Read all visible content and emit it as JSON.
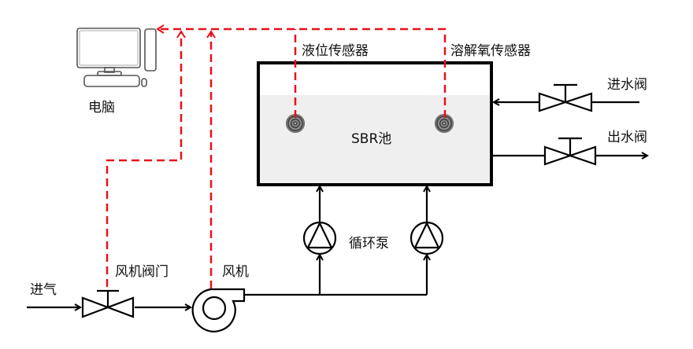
{
  "labels": {
    "computer": "电脑",
    "level_sensor": "液位传感器",
    "do_sensor": "溶解氧传感器",
    "tank": "SBR池",
    "inlet_valve": "进水阀",
    "outlet_valve": "出水阀",
    "circulation_pump": "循环泵",
    "air_intake": "进气",
    "blower_valve": "风机阀门",
    "blower": "风机"
  },
  "colors": {
    "signal_line": "#e8111b",
    "pipe": "#000000",
    "water": "#efefef",
    "device_outline": "#555555"
  },
  "icons": [
    "computer-icon",
    "sensor-icon",
    "valve-icon",
    "pump-icon",
    "blower-icon"
  ]
}
